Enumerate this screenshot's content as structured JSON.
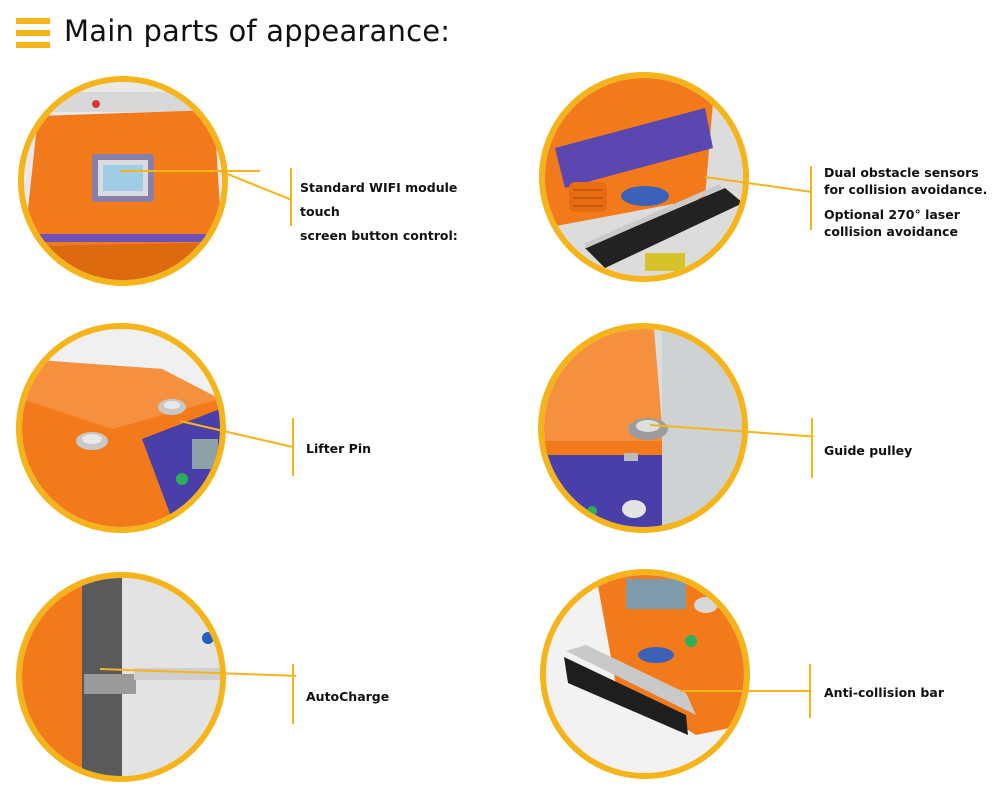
{
  "header": {
    "title": "Main parts of appearance:",
    "icon": "hamburger-menu-icon"
  },
  "accent_color": "#f5b41a",
  "parts": {
    "touch_screen": {
      "lines": [
        "Standard WIFI module touch",
        "screen button control:"
      ]
    },
    "obstacle_sensors": {
      "lines": [
        "Dual obstacle sensors for collision avoidance.",
        "Optional 270° laser collision avoidance"
      ]
    },
    "lifter_pin": {
      "label": "Lifter Pin"
    },
    "guide_pulley": {
      "label": "Guide pulley"
    },
    "autocharge": {
      "label": "AutoCharge"
    },
    "anti_collision": {
      "label": "Anti-collision bar"
    }
  }
}
